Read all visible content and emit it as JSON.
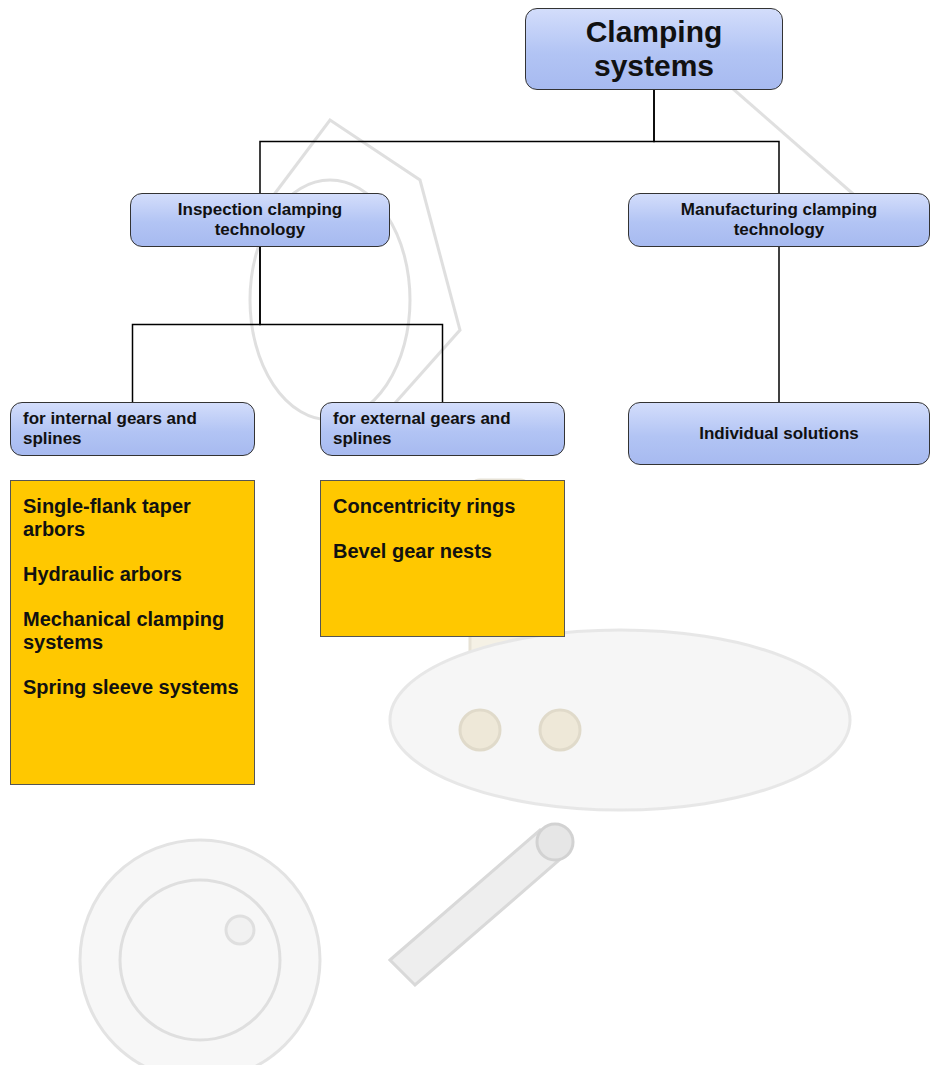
{
  "diagram": {
    "nodes": [
      {
        "text": [
          "Clamping systems"
        ]
      },
      {
        "text": [
          "Inspection clamping technology"
        ]
      },
      {
        "text": [
          "Manufacturing clamping technology"
        ]
      },
      {
        "text": [
          "for internal gears and splines"
        ]
      },
      {
        "text": [
          "for external gears and splines"
        ]
      },
      {
        "text": [
          "Individual solutions"
        ]
      },
      {
        "text": [
          "Single-flank taper arbors",
          "Hydraulic arbors",
          "Mechanical clamping systems",
          "Spring sleeve systems"
        ]
      },
      {
        "text": [
          "Concentricity rings",
          "Bevel gear nests"
        ]
      }
    ],
    "edges": [
      {
        "from": 0,
        "to": 1,
        "arrow": "none"
      },
      {
        "from": 0,
        "to": 2,
        "arrow": "none"
      },
      {
        "from": 1,
        "to": 3,
        "arrow": "none"
      },
      {
        "from": 1,
        "to": 4,
        "arrow": "none"
      },
      {
        "from": 2,
        "to": 5,
        "arrow": "none"
      }
    ]
  }
}
